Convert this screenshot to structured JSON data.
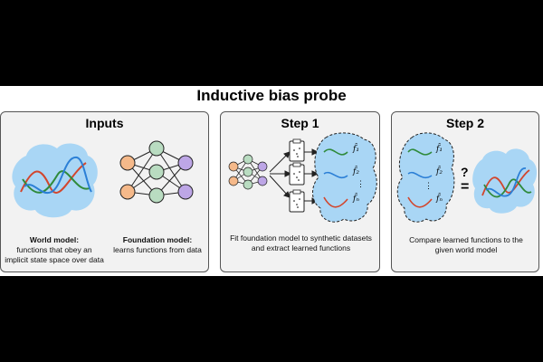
{
  "title": "Inductive bias probe",
  "panels": {
    "inputs": {
      "title": "Inputs",
      "world_model_label": "World model:",
      "world_model_desc": "functions that obey an implicit state space over data",
      "foundation_model_label": "Foundation model:",
      "foundation_model_desc": "learns functions from data"
    },
    "step1": {
      "title": "Step 1",
      "desc": "Fit foundation model to synthetic datasets and extract learned functions",
      "f1": "f̂₁",
      "f2": "f̂₂",
      "fn": "f̂ₙ",
      "vdots": "⋮"
    },
    "step2": {
      "title": "Step 2",
      "desc": "Compare learned functions to the given world model",
      "question": "?",
      "equals": "=",
      "f1": "f̂₁",
      "f2": "f̂₂",
      "fn": "f̂ₙ",
      "vdots": "⋮"
    }
  },
  "colors": {
    "cloud": "#a9d6f5",
    "node_orange": "#f5b98a",
    "node_green": "#b9dcc1",
    "node_purple": "#bda6e6",
    "curve_blue": "#2b7fd6",
    "curve_green": "#2f8a3b",
    "curve_red": "#d2462d"
  }
}
